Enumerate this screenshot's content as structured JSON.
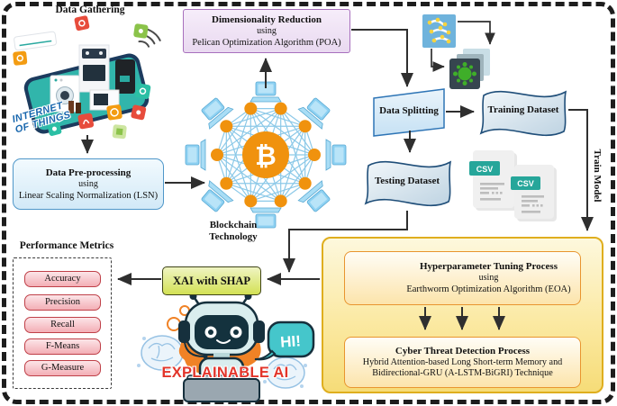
{
  "iot": {
    "title": "Data Gathering",
    "label_line1": "INTERNET",
    "label_line2": "OF THINGS"
  },
  "preprocessing": {
    "title": "Data Pre-processing",
    "connector": "using",
    "method": "Linear Scaling Normalization (LSN)"
  },
  "dim_reduction": {
    "title": "Dimensionality Reduction",
    "connector": "using",
    "method": "Pelican Optimization Algorithm (POA)"
  },
  "blockchain": {
    "label_line1": "Blockchain",
    "label_line2": "Technology",
    "currency_symbol": "₿"
  },
  "splitting": {
    "label": "Data Splitting"
  },
  "training": {
    "label": "Training Dataset"
  },
  "testing": {
    "label": "Testing Dataset"
  },
  "csv_files": {
    "badge": "CSV"
  },
  "train_model": {
    "label": "Train Model"
  },
  "tuning": {
    "title": "Hyperparameter Tuning Process",
    "connector": "using",
    "method": "Earthworm Optimization Algorithm (EOA)"
  },
  "detection": {
    "title": "Cyber Threat Detection Process",
    "line1": "Hybrid Attention-based Long Short-term Memory and",
    "line2": "Bidirectional-GRU (A-LSTM-BiGRI) Technique"
  },
  "metrics": {
    "title": "Performance Metrics",
    "items": [
      "Accuracy",
      "Precision",
      "Recall",
      "F-Means",
      "G-Measure"
    ]
  },
  "xai": {
    "label": "XAI with SHAP"
  },
  "mascot": {
    "speech": "HI!",
    "caption": "EXPLAINABLE AI"
  },
  "colors": {
    "node_orange": "#f0920e",
    "mesh_blue": "#8cc9e8",
    "arrow": "#2f2f2f",
    "csv_teal": "#26a69a",
    "metric_border": "#bf4048",
    "caption_red": "#e2352b"
  }
}
